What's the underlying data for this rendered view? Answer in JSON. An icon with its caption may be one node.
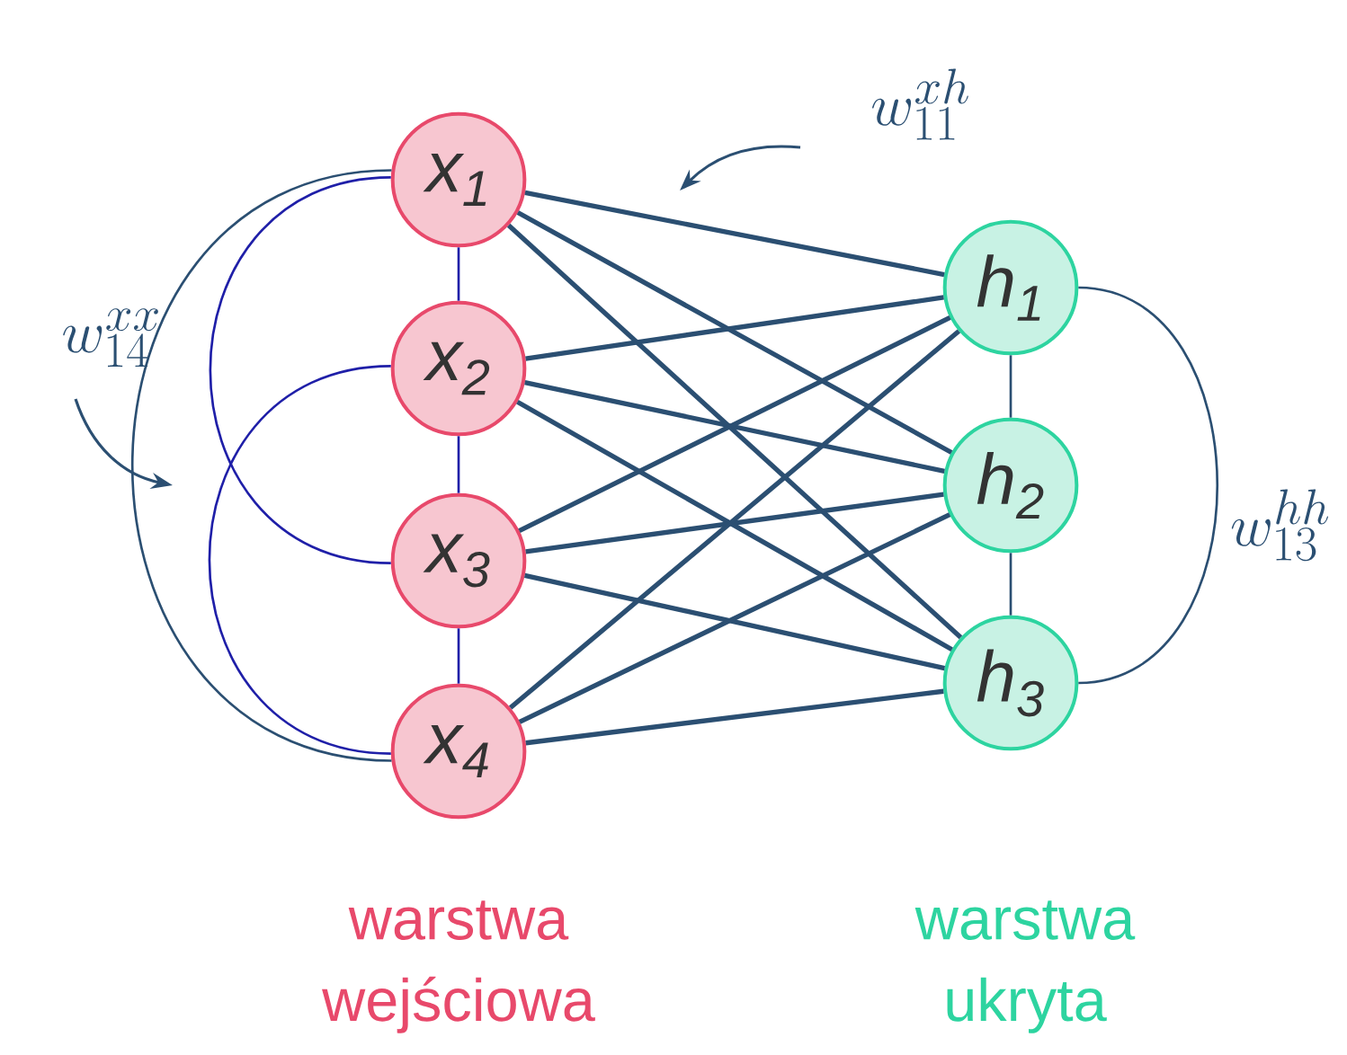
{
  "diagram": {
    "nodes": [
      {
        "text": [
          "x$_{1}$"
        ]
      },
      {
        "text": [
          "x$_{2}$"
        ]
      },
      {
        "text": [
          "x$_{3}$"
        ]
      },
      {
        "text": [
          "x$_{4}$"
        ]
      },
      {
        "text": [
          "h$_{1}$"
        ]
      },
      {
        "text": [
          "h$_{2}$"
        ]
      },
      {
        "text": [
          "h$_{3}$"
        ]
      }
    ],
    "edges": [
      {
        "from": 0,
        "to": 1,
        "arrow": "none",
        "color": "#1f1fa8"
      },
      {
        "from": 1,
        "to": 2,
        "arrow": "none",
        "color": "#1f1fa8"
      },
      {
        "from": 2,
        "to": 3,
        "arrow": "none",
        "color": "#1f1fa8"
      },
      {
        "from": 0,
        "to": 2,
        "arrow": "none",
        "color": "#1f1fa8"
      },
      {
        "from": 1,
        "to": 3,
        "arrow": "none",
        "color": "#1f1fa8"
      },
      {
        "from": 0,
        "to": 3,
        "arrow": "none"
      },
      {
        "from": 0,
        "to": 4,
        "arrow": "none"
      },
      {
        "from": 0,
        "to": 5,
        "arrow": "none"
      },
      {
        "from": 0,
        "to": 6,
        "arrow": "none"
      },
      {
        "from": 1,
        "to": 4,
        "arrow": "none"
      },
      {
        "from": 1,
        "to": 5,
        "arrow": "none"
      },
      {
        "from": 1,
        "to": 6,
        "arrow": "none"
      },
      {
        "from": 2,
        "to": 4,
        "arrow": "none"
      },
      {
        "from": 2,
        "to": 5,
        "arrow": "none"
      },
      {
        "from": 2,
        "to": 6,
        "arrow": "none"
      },
      {
        "from": 3,
        "to": 4,
        "arrow": "none"
      },
      {
        "from": 3,
        "to": 5,
        "arrow": "none"
      },
      {
        "from": 3,
        "to": 6,
        "arrow": "none"
      },
      {
        "from": 4,
        "to": 5,
        "arrow": "none"
      },
      {
        "from": 5,
        "to": 6,
        "arrow": "none"
      },
      {
        "from": 4,
        "to": 6,
        "arrow": "none"
      }
    ],
    "labels": [
      "w^{xh}_{11}",
      "w^{xx}_{14}",
      "w^{hh}_{13}",
      "warstwa wejściowa",
      "warstwa ukryta"
    ]
  }
}
